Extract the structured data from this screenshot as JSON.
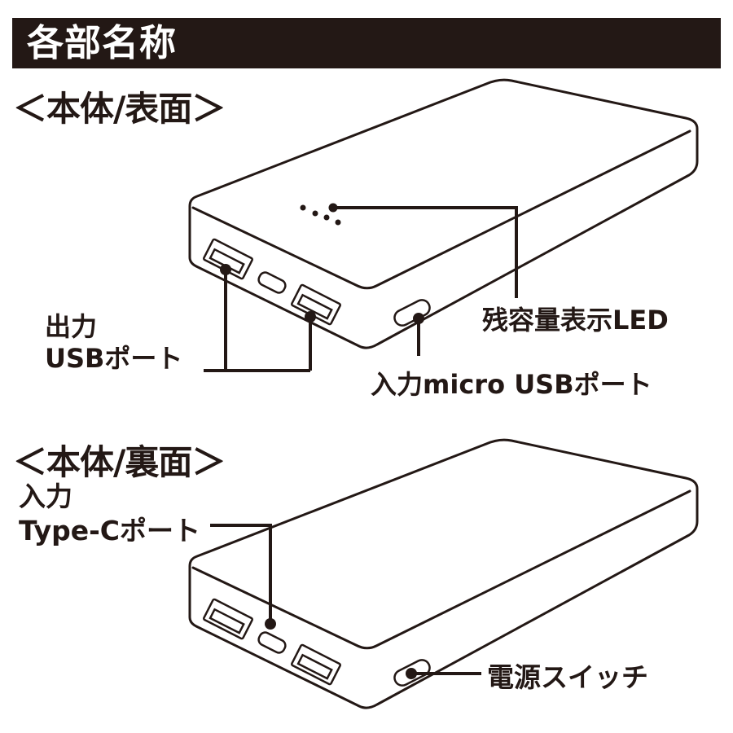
{
  "colors": {
    "ink": "#231815",
    "background": "#ffffff",
    "banner_background": "#231815",
    "banner_text": "#ffffff"
  },
  "banner": {
    "title": "各部名称"
  },
  "front": {
    "heading": "＜本体/表面＞",
    "output_usb": {
      "line1": "出力",
      "line2": "USBポート"
    },
    "battery_led": "残容量表示LED",
    "input_micro_usb": "入力micro USBポート"
  },
  "back": {
    "heading": "＜本体/裏面＞",
    "input_type_c": {
      "line1": "入力",
      "line2": "Type-Cポート"
    },
    "power_switch": "電源スイッチ"
  }
}
